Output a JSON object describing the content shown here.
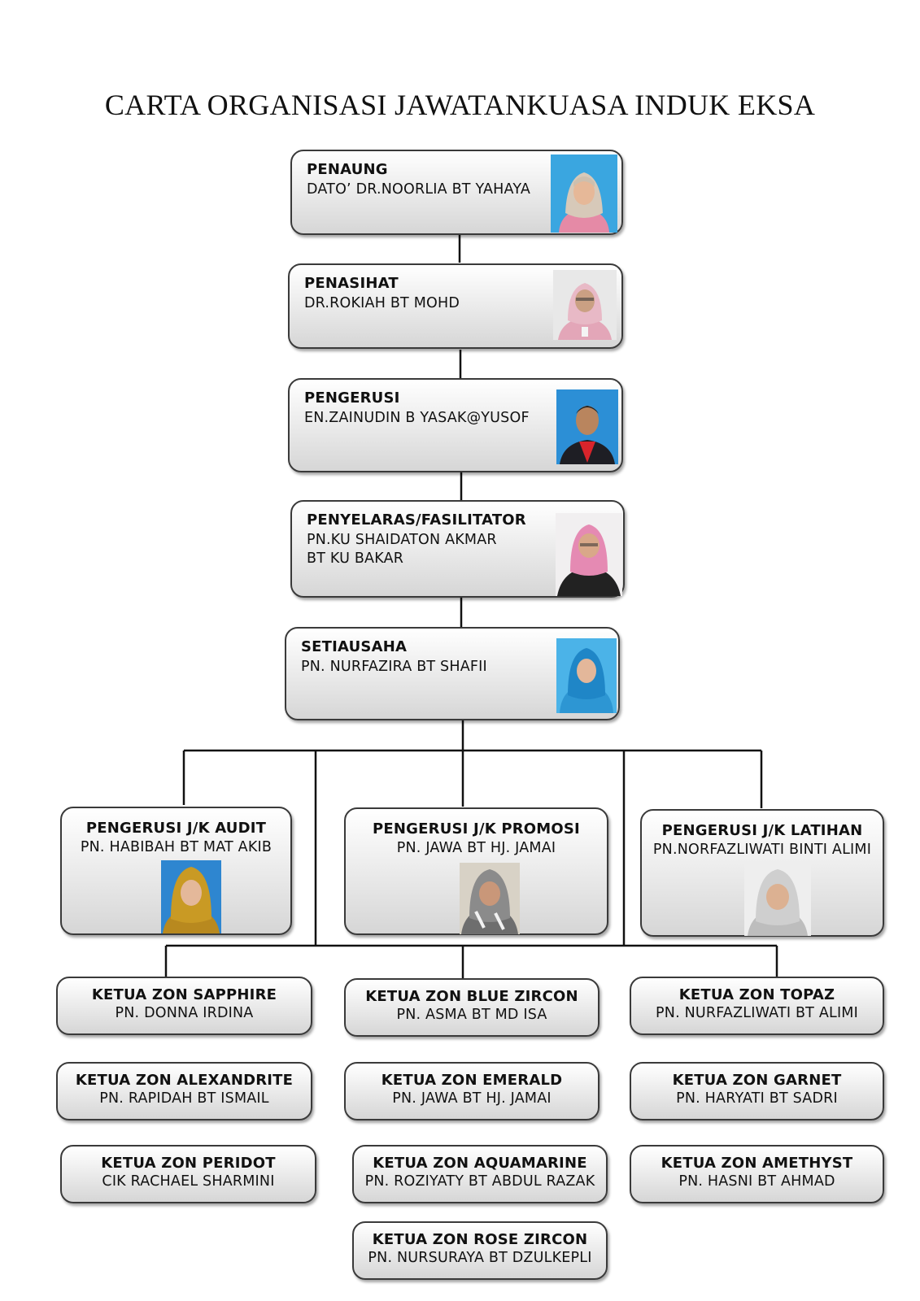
{
  "title": "CARTA ORGANISASI JAWATANKUASA INDUK EKSA",
  "hierarchy": [
    {
      "id": "penaung",
      "role": "PENAUNG",
      "name": "DATO’ DR.NOORLIA BT YAHAYA"
    },
    {
      "id": "penasihat",
      "role": "PENASIHAT",
      "name": "DR.ROKIAH BT MOHD"
    },
    {
      "id": "pengerusi",
      "role": "PENGERUSI",
      "name": "EN.ZAINUDIN B YASAK@YUSOF"
    },
    {
      "id": "penyelaras",
      "role": "PENYELARAS/FASILITATOR",
      "name_line1": "PN.KU SHAIDATON AKMAR",
      "name_line2": "BT KU BAKAR"
    },
    {
      "id": "setiausaha",
      "role": "SETIAUSAHA",
      "name": "PN. NURFAZIRA BT SHAFII"
    }
  ],
  "committees": [
    {
      "id": "audit",
      "role": "PENGERUSI J/K AUDIT",
      "name": "PN. HABIBAH BT MAT AKIB"
    },
    {
      "id": "promosi",
      "role": "PENGERUSI  J/K PROMOSI",
      "name": "PN. JAWA BT HJ. JAMAI"
    },
    {
      "id": "latihan",
      "role": "PENGERUSI J/K LATIHAN",
      "name": "PN.NORFAZLIWATI BINTI ALIMI"
    }
  ],
  "zones": [
    {
      "id": "sapphire",
      "role": "KETUA ZON SAPPHIRE",
      "name": "PN. DONNA IRDINA"
    },
    {
      "id": "blue-zircon",
      "role": "KETUA ZON BLUE ZIRCON",
      "name": "PN. ASMA BT MD ISA"
    },
    {
      "id": "topaz",
      "role": "KETUA ZON TOPAZ",
      "name": "PN. NURFAZLIWATI BT ALIMI"
    },
    {
      "id": "alexandrite",
      "role": "KETUA ZON ALEXANDRITE",
      "name": "PN. RAPIDAH BT ISMAIL"
    },
    {
      "id": "emerald",
      "role": "KETUA ZON EMERALD",
      "name": "PN. JAWA BT HJ. JAMAI"
    },
    {
      "id": "garnet",
      "role": "KETUA ZON GARNET",
      "name": "PN. HARYATI BT SADRI"
    },
    {
      "id": "peridot",
      "role": "KETUA ZON PERIDOT",
      "name": "CIK RACHAEL SHARMINI"
    },
    {
      "id": "aquamarine",
      "role": "KETUA ZON AQUAMARINE",
      "name": "PN. ROZIYATY BT ABDUL RAZAK"
    },
    {
      "id": "amethyst",
      "role": "KETUA ZON AMETHYST",
      "name": "PN. HASNI BT AHMAD"
    },
    {
      "id": "rose-zircon",
      "role": "KETUA ZON ROSE ZIRCON",
      "name": "PN. NURSURAYA BT DZULKEPLI"
    }
  ],
  "colors": {
    "line": "#111111",
    "box_border": "#3a3a3a",
    "photo_bg_blue": "#3aa6e0",
    "photo_bg_white": "#e8e8e8"
  }
}
